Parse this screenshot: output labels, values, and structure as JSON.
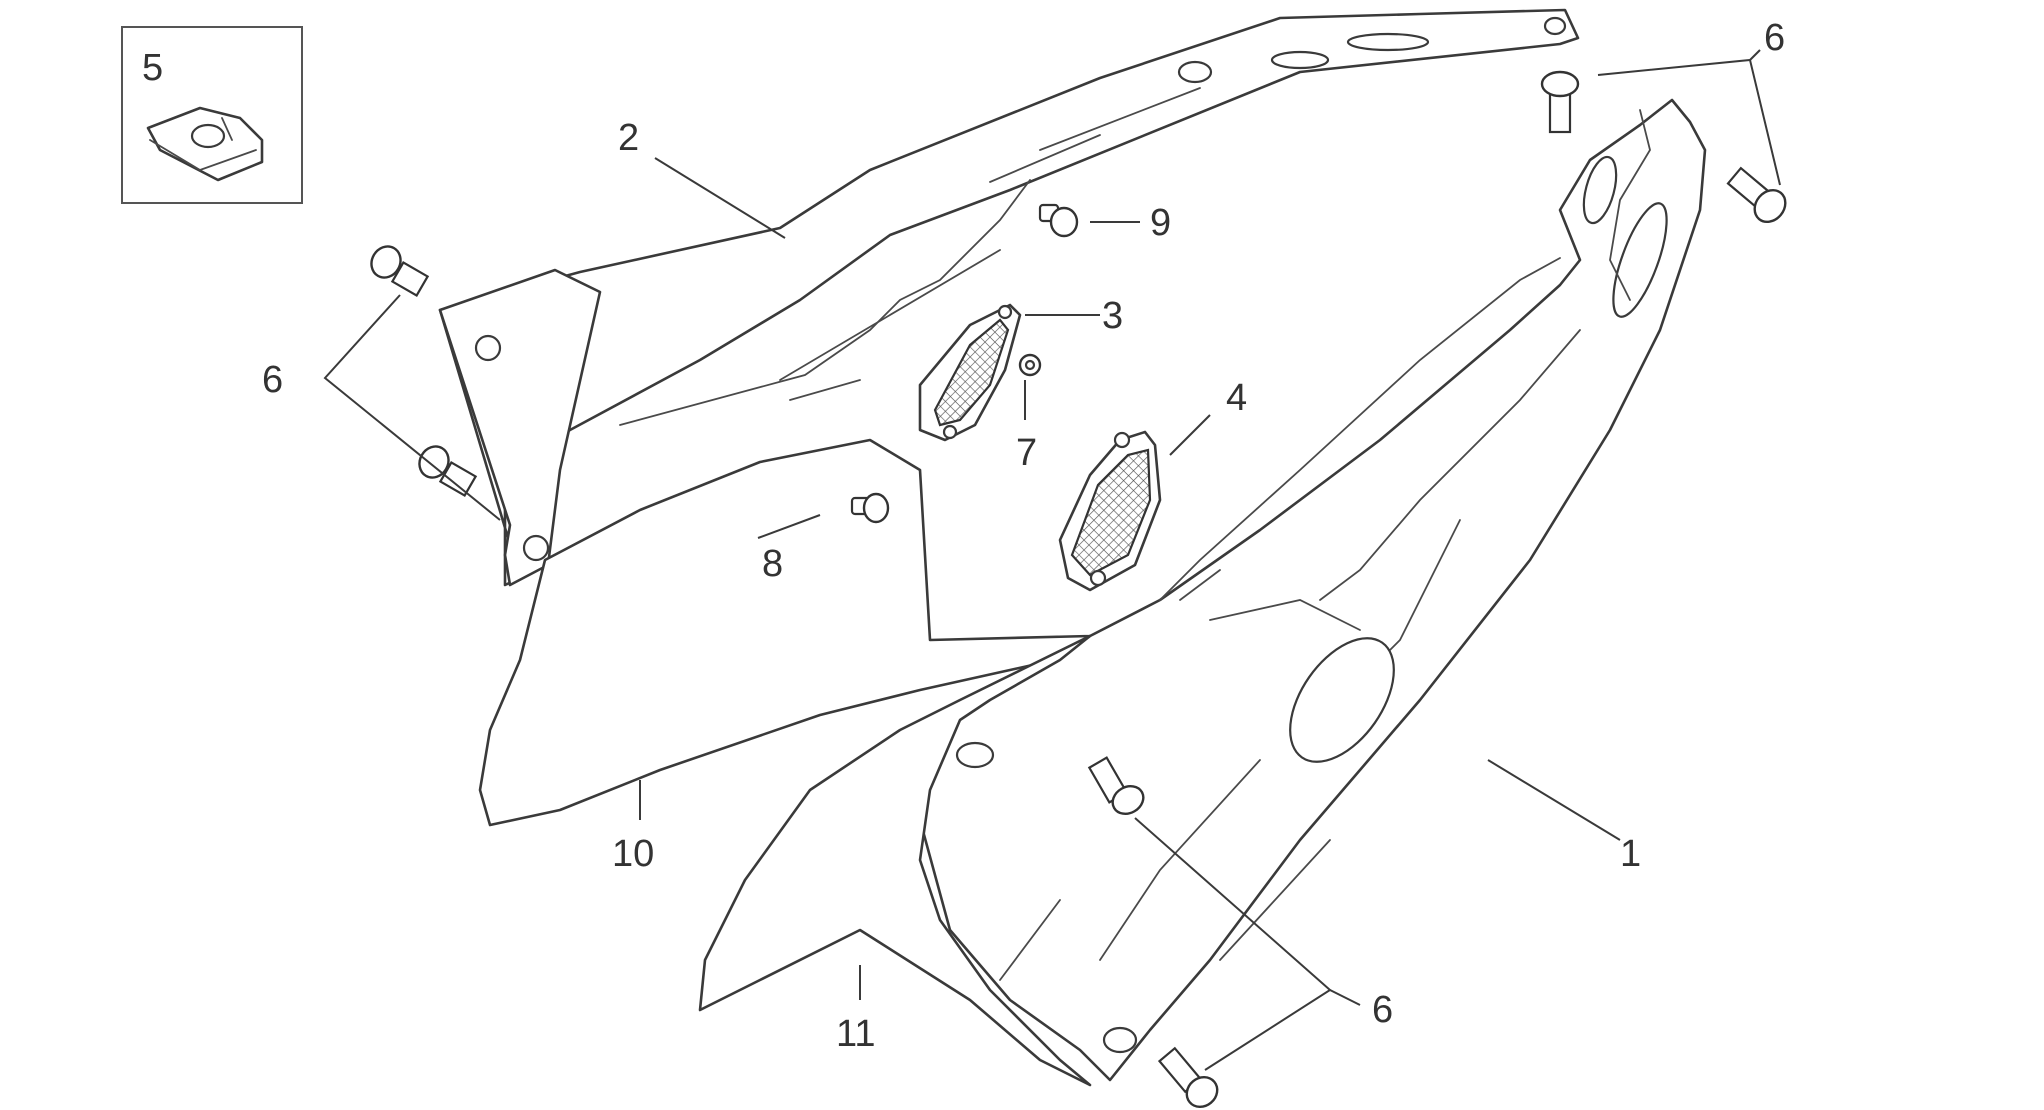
{
  "callouts": {
    "c1": "1",
    "c2": "2",
    "c3": "3",
    "c4": "4",
    "c5": "5",
    "c6a": "6",
    "c6b": "6",
    "c6c": "6",
    "c7": "7",
    "c8": "8",
    "c9": "9",
    "c10": "10",
    "c11": "11"
  },
  "colors": {
    "line": "#3a3a3a",
    "background": "#ffffff"
  }
}
